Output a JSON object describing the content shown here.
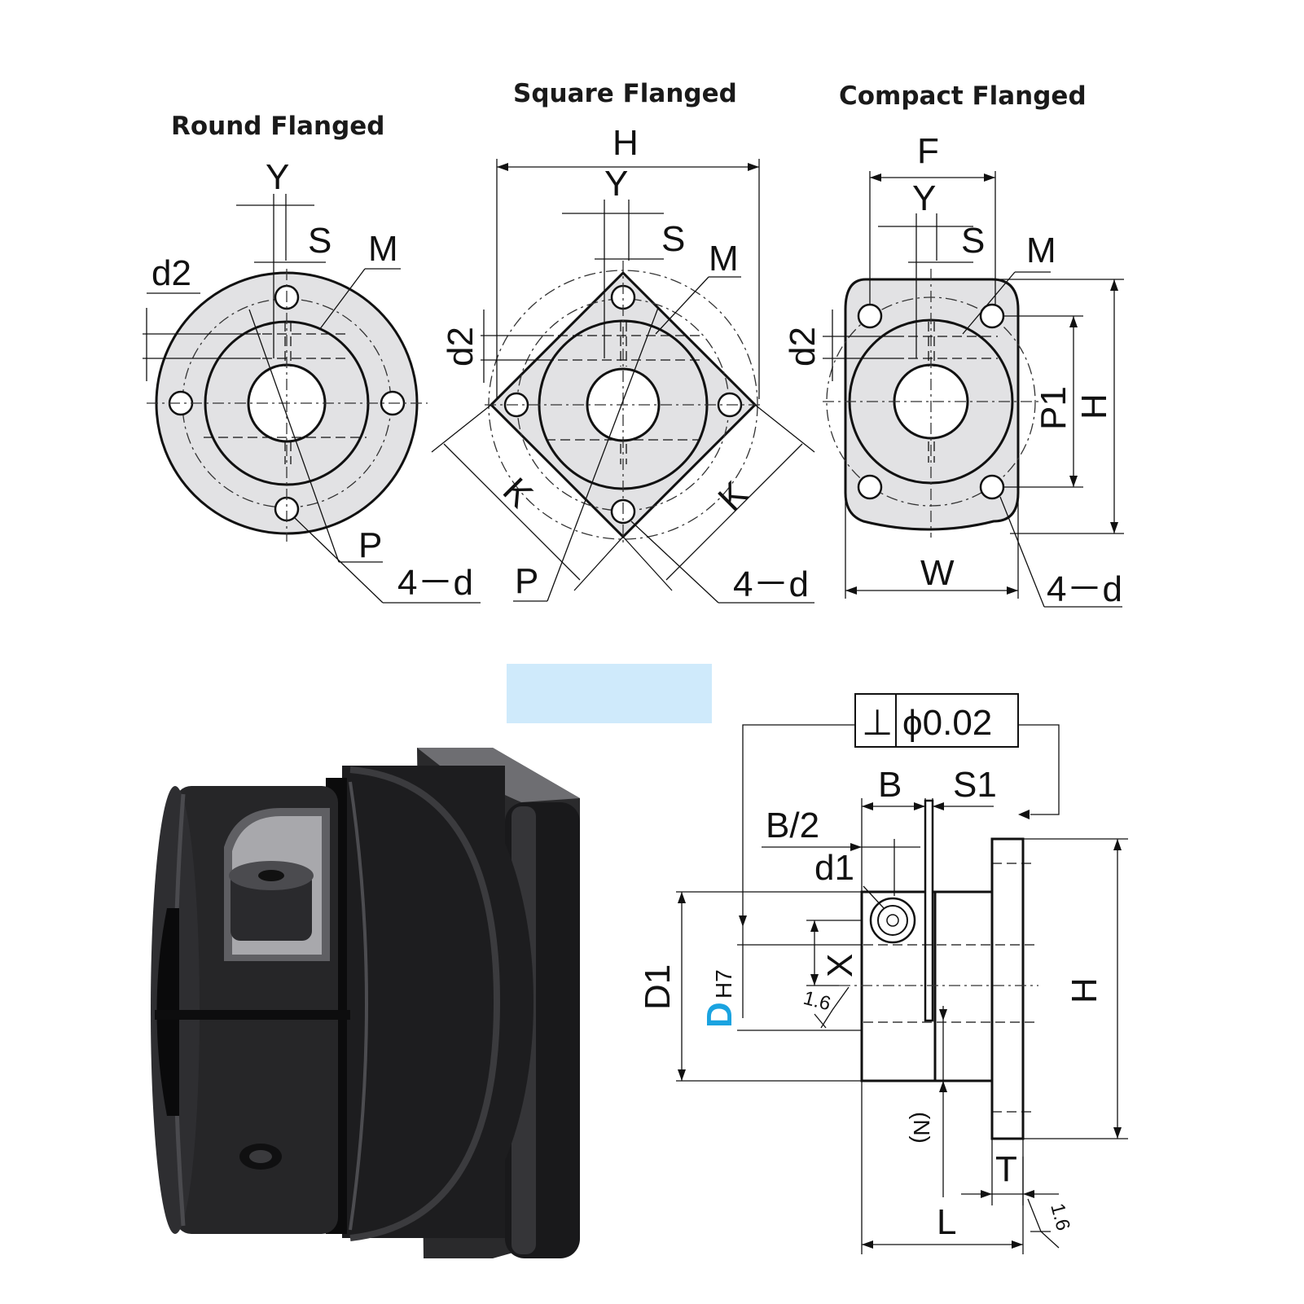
{
  "titles": {
    "round": "Round Flanged",
    "square": "Square Flanged",
    "compact": "Compact Flanged"
  },
  "labels": {
    "round": {
      "Y": "Y",
      "S": "S",
      "M": "M",
      "d2": "d2",
      "P": "P",
      "d": "4－d"
    },
    "square": {
      "H": "H",
      "Y": "Y",
      "S": "S",
      "M": "M",
      "d2": "d2",
      "K1": "K",
      "K2": "K",
      "P": "P",
      "d": "4－d"
    },
    "compact": {
      "F": "F",
      "Y": "Y",
      "S": "S",
      "M": "M",
      "d2": "d2",
      "P1": "P1",
      "H": "H",
      "W": "W",
      "d": "4－d"
    },
    "side": {
      "tol_symbol": "⊥",
      "tol_value": "ϕ0.02",
      "B": "B",
      "S1": "S1",
      "B2": "B/2",
      "d1": "d1",
      "D1": "D1",
      "D": "D",
      "H7": "H7",
      "X": "X",
      "rough1": "1.6",
      "N": "(N)",
      "H": "H",
      "T": "T",
      "L": "L",
      "rough2": "1.6"
    }
  },
  "colors": {
    "accent_blue": "#1aa3e0",
    "highlight_box": "#cfeafb",
    "part_fill": "#e2e2e4",
    "photo_body": "#1e1e20"
  },
  "icons": {
    "photo": "shaft-collar-clamp-photo"
  }
}
